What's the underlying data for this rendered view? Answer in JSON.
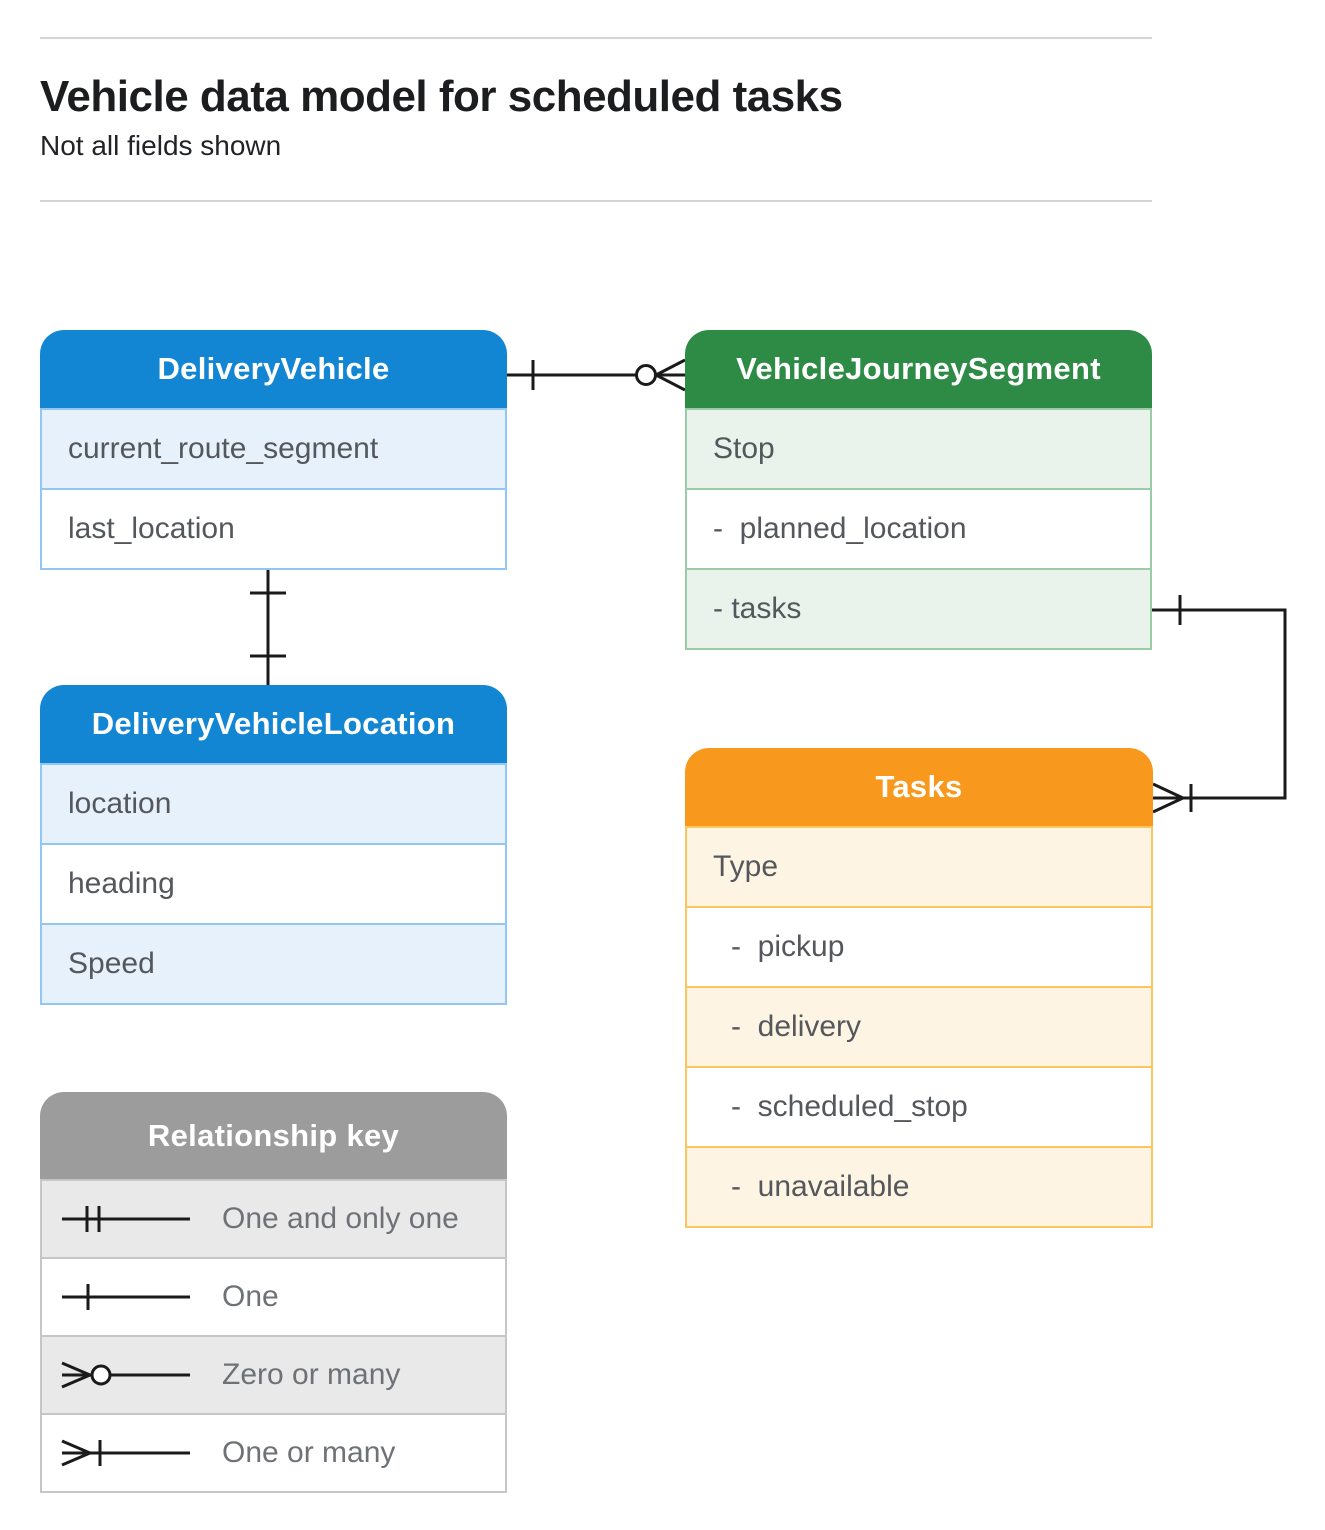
{
  "page": {
    "title": "Vehicle data model for scheduled tasks",
    "subtitle": "Not all fields shown"
  },
  "colors": {
    "blue_header": "#1386d3",
    "green_header": "#2e8b46",
    "orange_header": "#f8991d",
    "gray_header": "#9c9c9c",
    "connector_stroke": "#1a1a1a"
  },
  "entities": {
    "delivery_vehicle": {
      "title": "DeliveryVehicle",
      "fields": [
        "current_route_segment",
        "last_location"
      ]
    },
    "vehicle_journey_segment": {
      "title": "VehicleJourneySegment",
      "fields": [
        "Stop",
        "-  planned_location",
        "- tasks"
      ]
    },
    "delivery_vehicle_location": {
      "title": "DeliveryVehicleLocation",
      "fields": [
        "location",
        "heading",
        "Speed"
      ]
    },
    "tasks": {
      "title": "Tasks",
      "fields": [
        "Type",
        "-  pickup",
        "-  delivery",
        "-  scheduled_stop",
        "-  unavailable"
      ]
    }
  },
  "relationship_key": {
    "title": "Relationship key",
    "items": [
      {
        "symbol": "one-and-only-one",
        "label": "One and only one"
      },
      {
        "symbol": "one",
        "label": "One"
      },
      {
        "symbol": "zero-or-many",
        "label": "Zero or many"
      },
      {
        "symbol": "one-or-many",
        "label": "One or many"
      }
    ]
  },
  "connectors": [
    {
      "from": "DeliveryVehicle",
      "to": "VehicleJourneySegment",
      "from_end": "one",
      "to_end": "zero-or-many"
    },
    {
      "from": "DeliveryVehicle",
      "to": "DeliveryVehicleLocation",
      "from_end": "one",
      "to_end": "one"
    },
    {
      "from": "VehicleJourneySegment.tasks",
      "to": "Tasks",
      "from_end": "one",
      "to_end": "one-or-many"
    }
  ]
}
